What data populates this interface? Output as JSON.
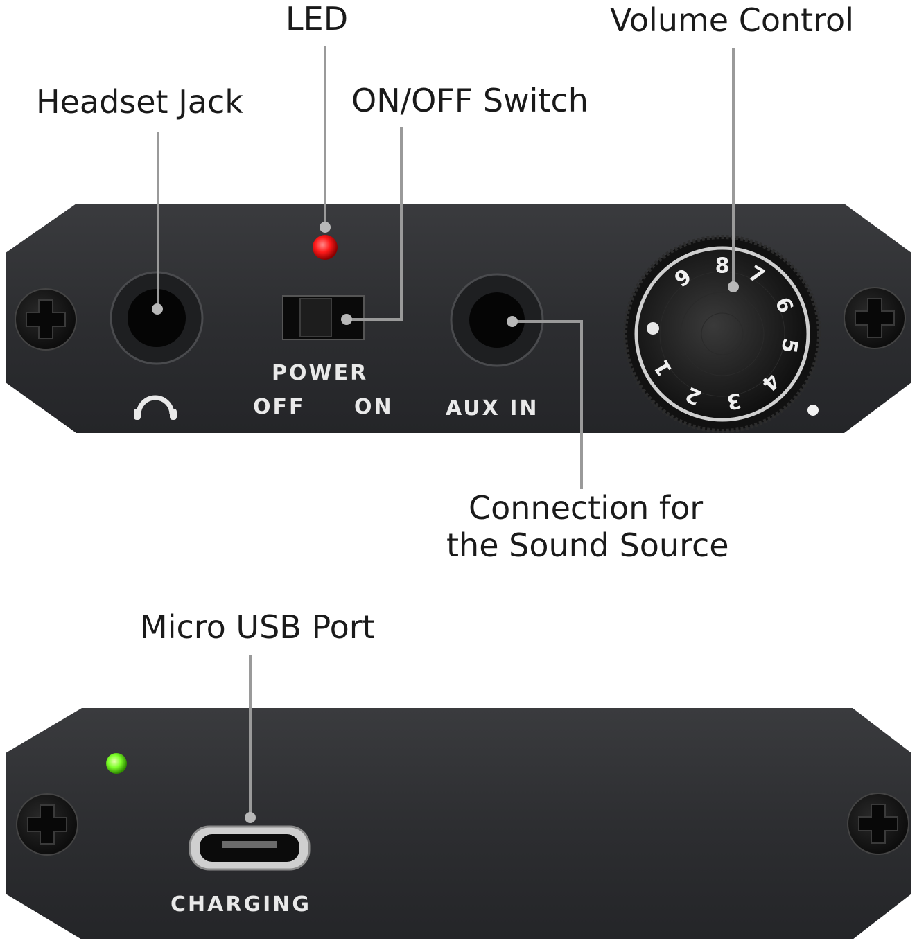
{
  "callouts": {
    "led": "LED",
    "volume_control": "Volume Control",
    "headset_jack": "Headset Jack",
    "on_off_switch": "ON/OFF Switch",
    "sound_source_line1": "Connection for",
    "sound_source_line2": "the Sound Source",
    "micro_usb_port": "Micro USB Port"
  },
  "front_panel": {
    "power_label": "POWER",
    "off_label": "OFF",
    "on_label": "ON",
    "aux_label": "AUX IN",
    "knob_numbers": [
      "1",
      "2",
      "3",
      "4",
      "5",
      "6",
      "7",
      "8",
      "9"
    ]
  },
  "back_panel": {
    "charging_label": "CHARGING"
  },
  "colors": {
    "panel": "#2b2c2e",
    "led_red": "#ff1a1a",
    "led_green": "#7dff2a",
    "leader_line": "#9a9a9a"
  }
}
